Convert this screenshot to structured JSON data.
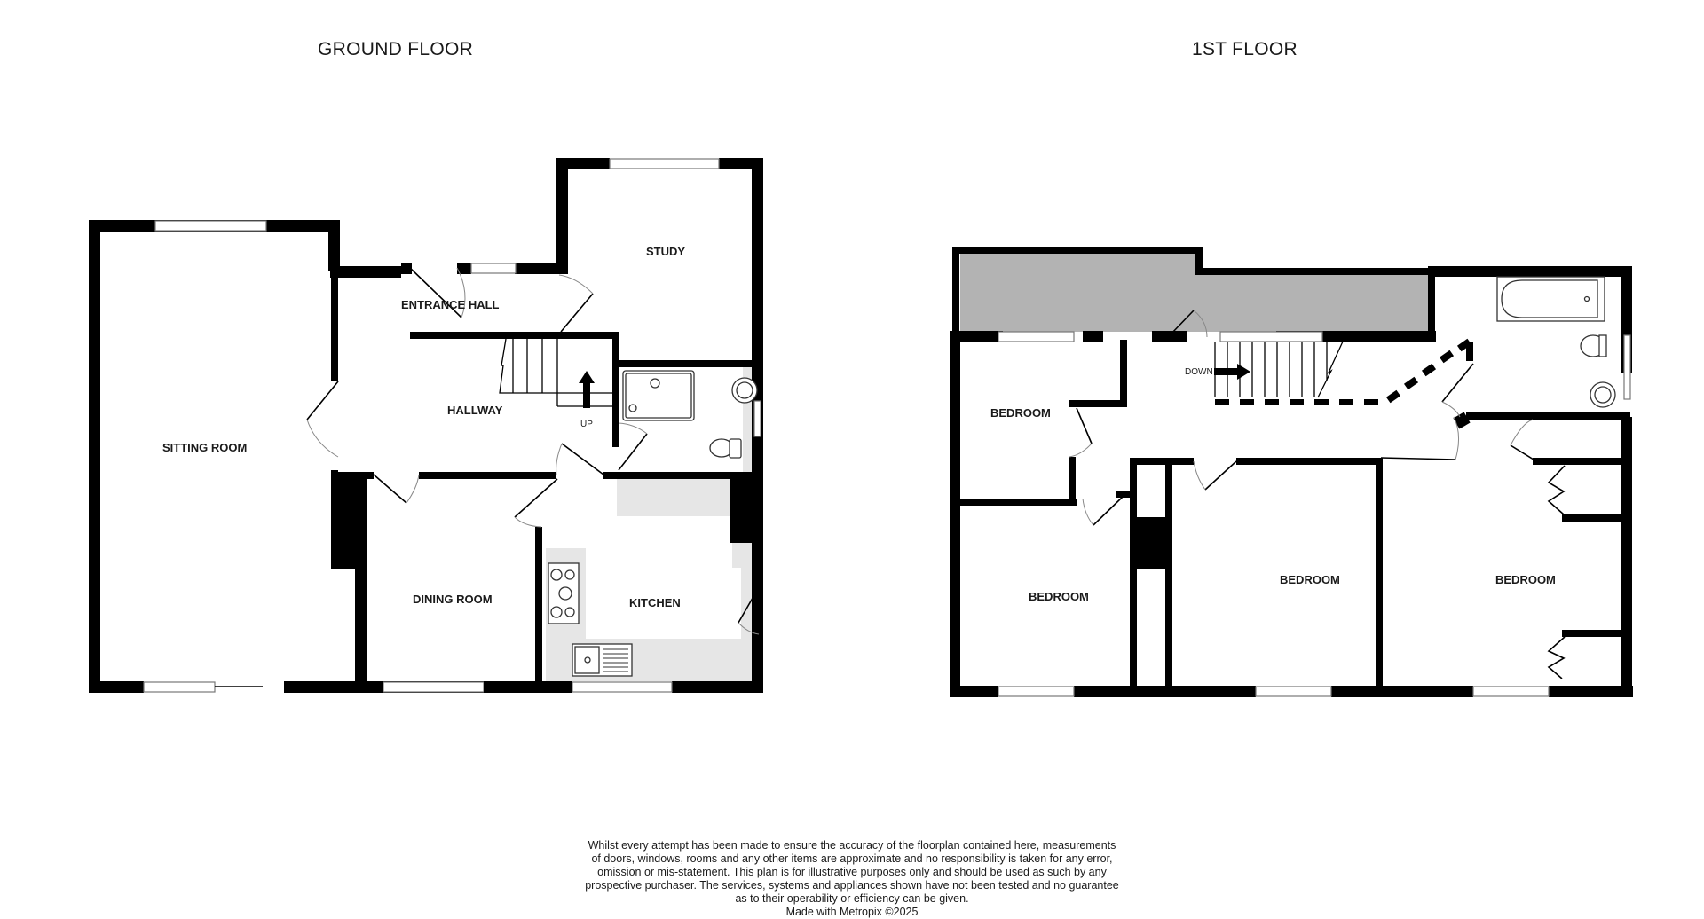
{
  "floors": {
    "ground": {
      "title": "GROUND FLOOR",
      "rooms": {
        "sitting_room": "SITTING ROOM",
        "entrance_hall": "ENTRANCE HALL",
        "study": "STUDY",
        "hallway": "HALLWAY",
        "dining_room": "DINING ROOM",
        "kitchen": "KITCHEN"
      },
      "stair_label": "UP"
    },
    "first": {
      "title": "1ST FLOOR",
      "rooms": {
        "bedroom_1": "BEDROOM",
        "bedroom_2": "BEDROOM",
        "bedroom_3": "BEDROOM",
        "bedroom_4": "BEDROOM"
      },
      "stair_label": "DOWN"
    }
  },
  "disclaimer": {
    "lines": [
      "Whilst every attempt has been made to ensure the accuracy of the floorplan contained here, measurements",
      "of doors, windows, rooms and any other items are approximate and no responsibility is taken for any error,",
      "omission or mis-statement. This plan is for illustrative purposes only and should be used as such by any",
      "prospective purchaser. The services, systems and appliances shown have not been tested and no guarantee",
      "as to their operability or efficiency can be given."
    ],
    "credit": "Made with Metropix ©2025"
  },
  "colors": {
    "wall": "#000000",
    "void": "#b3b3b3",
    "worktop": "#e6e6e6",
    "background": "#ffffff"
  }
}
